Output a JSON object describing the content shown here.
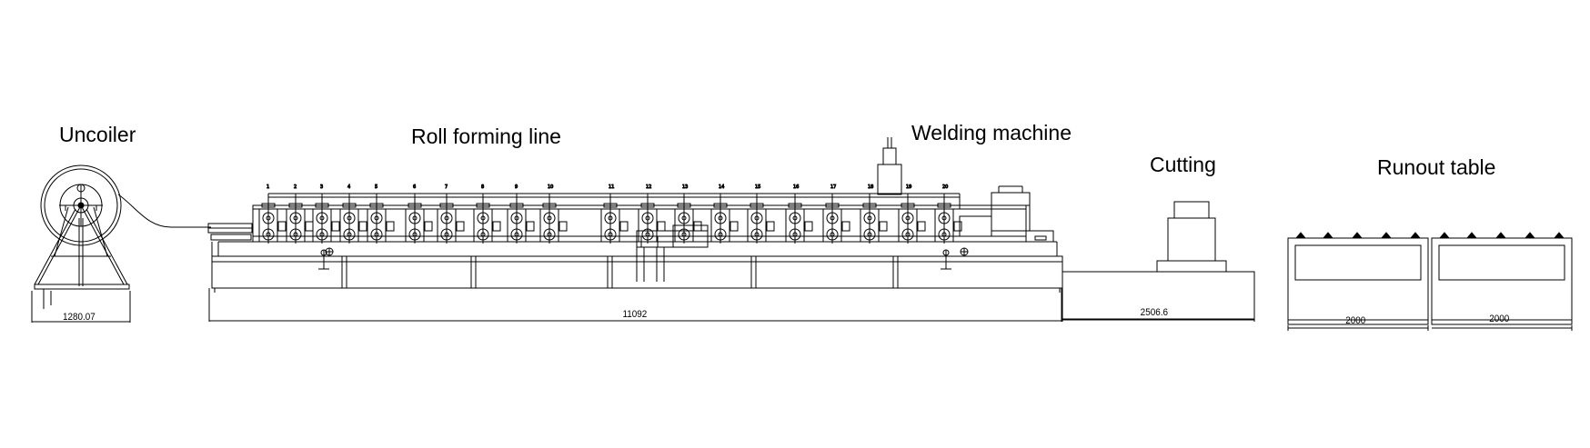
{
  "labels": {
    "uncoiler": "Uncoiler",
    "roll_forming_line": "Roll forming line",
    "welding_machine": "Welding machine",
    "cutting": "Cutting",
    "runout_table": "Runout table"
  },
  "dimensions": {
    "uncoiler_width": "1280.07",
    "line_length": "11092",
    "cutting_length": "2506.6",
    "table_1_length": "2000",
    "table_2_length": "2000"
  },
  "stations": [
    "1",
    "2",
    "3",
    "4",
    "5",
    "6",
    "7",
    "8",
    "9",
    "10",
    "11",
    "12",
    "13",
    "14",
    "15",
    "16",
    "17",
    "18",
    "19",
    "20"
  ],
  "colors": {
    "line": "#000000",
    "background": "#ffffff"
  }
}
